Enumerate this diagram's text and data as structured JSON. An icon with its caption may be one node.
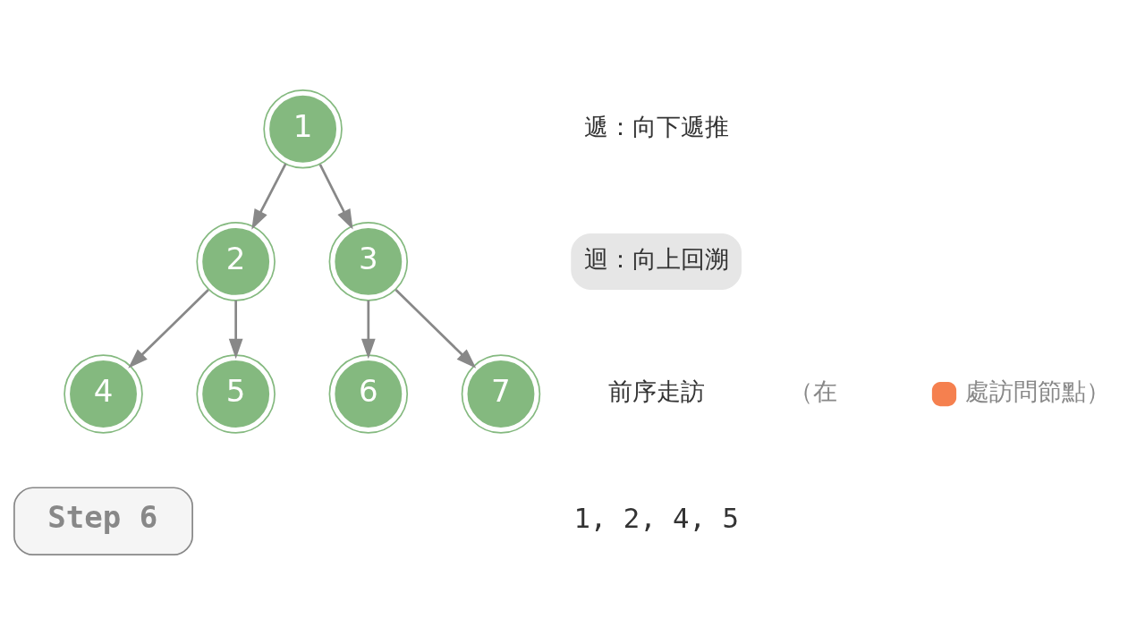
{
  "diagram": {
    "nodes": [
      {
        "text": [
          "1"
        ]
      },
      {
        "text": [
          "2"
        ]
      },
      {
        "text": [
          "3"
        ]
      },
      {
        "text": [
          "4"
        ]
      },
      {
        "text": [
          "5"
        ]
      },
      {
        "text": [
          "6"
        ]
      },
      {
        "text": [
          "7"
        ]
      },
      {
        "text": [
          "迴：向上回溯"
        ]
      },
      {
        "text": [
          "Step 6"
        ]
      }
    ],
    "edges": [
      {
        "from": 0,
        "to": 1,
        "arrow": "to"
      },
      {
        "from": 0,
        "to": 2,
        "arrow": "to"
      },
      {
        "from": 1,
        "to": 3,
        "arrow": "to"
      },
      {
        "from": 1,
        "to": 4,
        "arrow": "to"
      },
      {
        "from": 2,
        "to": 5,
        "arrow": "to"
      },
      {
        "from": 2,
        "to": 6,
        "arrow": "to"
      }
    ],
    "labels": [
      "遞：向下遞推",
      "前序走訪",
      "（在",
      "1, 2, 4, 5"
    ],
    "legend": [
      {
        "text": "處訪問節點）",
        "color": "#f5804f"
      }
    ]
  }
}
